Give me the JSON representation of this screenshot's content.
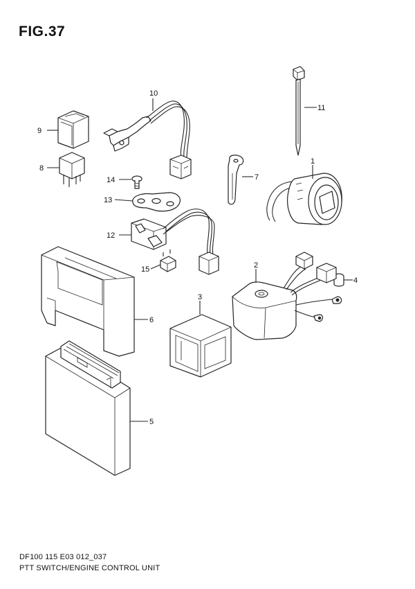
{
  "figure": {
    "title": "FIG.37"
  },
  "footer": {
    "code": "DF100 115 E03 012_037",
    "name": "PTT SWITCH/ENGINE CONTROL UNIT"
  },
  "callouts": {
    "c1": "1",
    "c2": "2",
    "c3": "3",
    "c4": "4",
    "c5": "5",
    "c6": "6",
    "c7": "7",
    "c8": "8",
    "c9": "9",
    "c10": "10",
    "c11": "11",
    "c12": "12",
    "c13": "13",
    "c14": "14",
    "c15": "15"
  }
}
